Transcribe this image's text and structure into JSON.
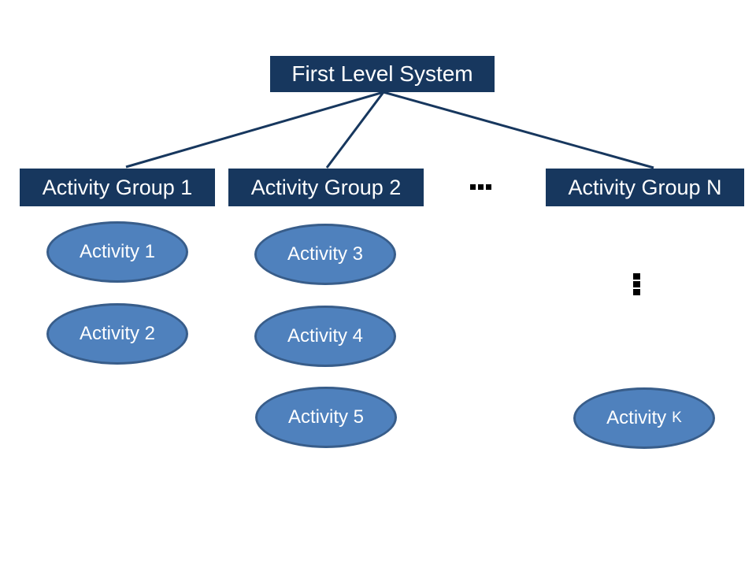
{
  "root": {
    "label": "First Level System"
  },
  "groups": [
    {
      "label": "Activity Group 1"
    },
    {
      "label": "Activity Group 2"
    },
    {
      "label": "Activity Group N"
    }
  ],
  "activities": [
    {
      "label": "Activity 1"
    },
    {
      "label": "Activity 2"
    },
    {
      "label": "Activity 3"
    },
    {
      "label": "Activity 4"
    },
    {
      "label": "Activity 5"
    }
  ],
  "activity_k": {
    "main": "Activity",
    "suffix": "K"
  },
  "ellipsis": {
    "horizontal": "...",
    "vertical": "⋮"
  },
  "colors": {
    "node_box": "#17375E",
    "ellipse_fill": "#4F81BD",
    "ellipse_border": "#385D8A",
    "connector": "#17375E",
    "dots": "#000000",
    "text": "#FFFFFF",
    "background": "#FFFFFF"
  }
}
